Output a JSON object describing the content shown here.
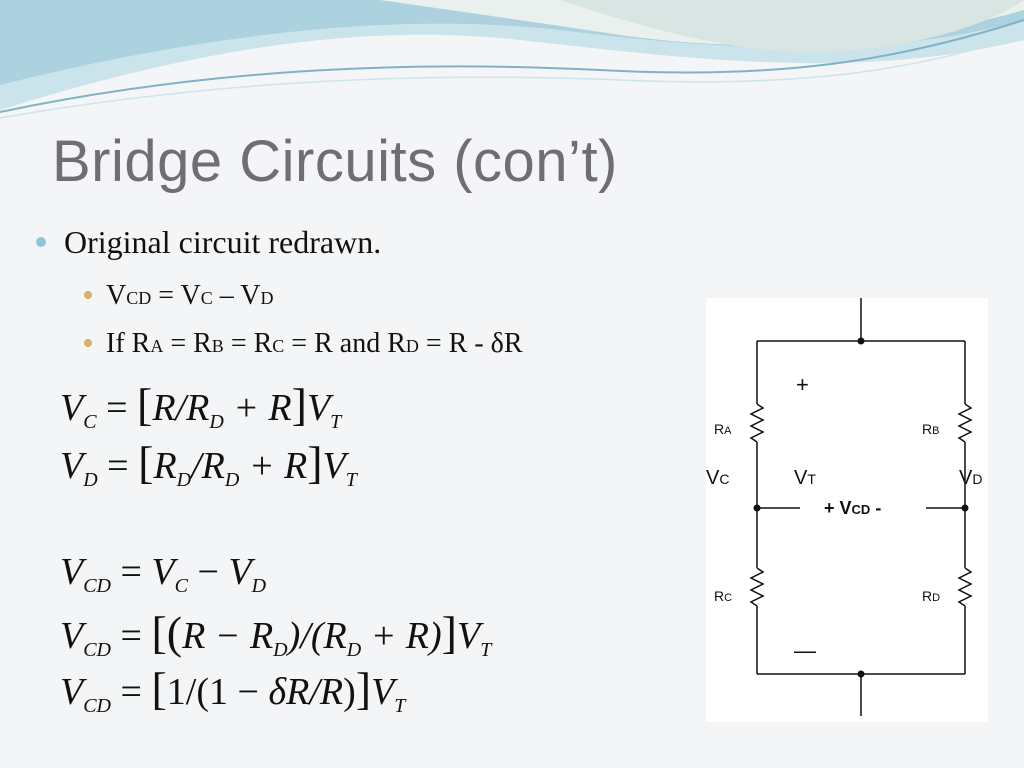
{
  "slide": {
    "title": "Bridge Circuits (con’t)",
    "bullet_main": "Original circuit redrawn.",
    "sub1": {
      "v": "V",
      "cd": "CD",
      "eq": " = V",
      "c": "C",
      "minus": " – V",
      "d": "D"
    },
    "sub2": {
      "if": "If R",
      "a": "A",
      "eq1": " = R",
      "b": "B",
      "eq2": " = R",
      "c": "C",
      "and": " = R and R",
      "d": "D",
      "tail": " = R - δR"
    }
  },
  "equations": {
    "e1": {
      "lhs": "V",
      "lhs_sub": "C",
      "eq": " = ",
      "lb": "[",
      "body": "R/R",
      "s1": "D",
      "mid": " + R",
      "rb": "]",
      "vt": "V",
      "vt_sub": "T"
    },
    "e2": {
      "lhs": "V",
      "lhs_sub": "D",
      "eq": " = ",
      "lb": "[",
      "r1": "R",
      "s1": "D",
      "slash": "/R",
      "s2": "D",
      "mid": " + R",
      "rb": "]",
      "vt": "V",
      "vt_sub": "T"
    },
    "e3": {
      "lhs": "V",
      "lhs_sub": "CD",
      "eq": " = ",
      "a": "V",
      "a_sub": "C",
      "minus": " − ",
      "b": "V",
      "b_sub": "D"
    },
    "e4": {
      "lhs": "V",
      "lhs_sub": "CD",
      "eq": " = ",
      "lb": "[(",
      "r": "R − R",
      "s1": "D",
      "mid": ")/(R",
      "s2": "D",
      "tail": " + R)",
      "rb": "]",
      "vt": "V",
      "vt_sub": "T"
    },
    "e5": {
      "lhs": "V",
      "lhs_sub": "CD",
      "eq": " = ",
      "lb": "[",
      "one": "1/(1 − ",
      "delta": "δR/R",
      "rp": ")",
      "rb": "]",
      "vt": "V",
      "vt_sub": "T"
    }
  },
  "circuit": {
    "plus": "+",
    "minus": "—",
    "ra": "R",
    "ra_sub": "A",
    "rb": "R",
    "rb_sub": "B",
    "rc": "R",
    "rc_sub": "C",
    "rd": "R",
    "rd_sub": "D",
    "vc": "V",
    "vc_sub": "C",
    "vt": "V",
    "vt_sub": "T",
    "vd": "V",
    "vd_sub": "D",
    "vcd_plus": "+ V",
    "vcd_sub": "CD",
    "vcd_minus": " -"
  }
}
